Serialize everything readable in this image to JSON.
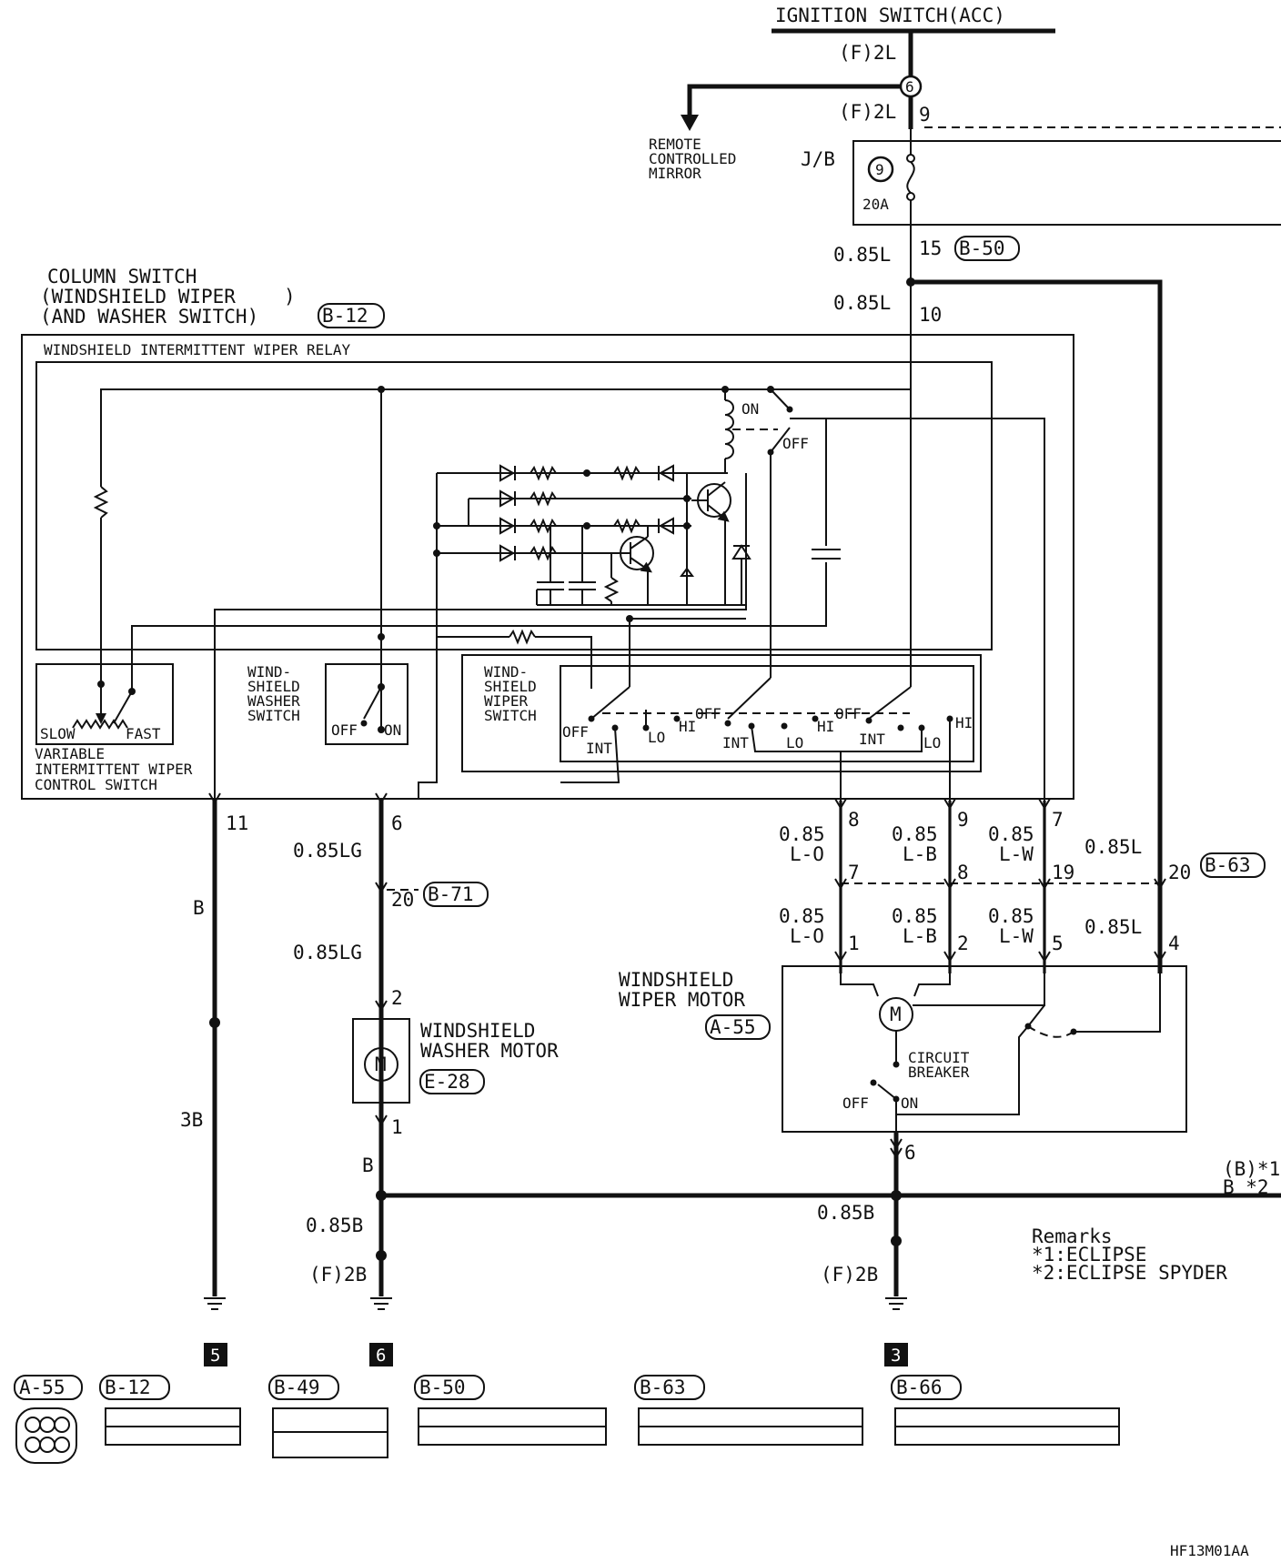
{
  "ignition": {
    "title": "IGNITION SWITCH(ACC)",
    "wire_top": "(F)2L",
    "splice": "6",
    "wire_below": "(F)2L",
    "pin_below": "9"
  },
  "mirror": {
    "line1": "REMOTE",
    "line2": "CONTROLLED",
    "line3": "MIRROR"
  },
  "junction_block": {
    "label": "J/B",
    "fuse_no": "9",
    "fuse_amp": "20A"
  },
  "feed": {
    "wire_a": "0.85L",
    "pin_a": "15",
    "conn_a": "B-50",
    "wire_b": "0.85L",
    "pin_b": "10"
  },
  "column_switch": {
    "line1": "COLUMN SWITCH",
    "line2": "(WINDSHIELD WIPER",
    "line3": "(AND WASHER SWITCH)",
    "paren_close": ")",
    "connector": "B-12"
  },
  "relay": {
    "title": "WINDSHIELD INTERMITTENT WIPER RELAY",
    "on": "ON",
    "off": "OFF"
  },
  "variable_switch": {
    "slow": "SLOW",
    "fast": "FAST",
    "line1": "VARIABLE",
    "line2": "INTERMITTENT WIPER",
    "line3": "CONTROL SWITCH"
  },
  "washer_switch": {
    "line1": "WIND-",
    "line2": "SHIELD",
    "line3": "WASHER",
    "line4": "SWITCH",
    "off": "OFF",
    "on": "ON"
  },
  "wiper_switch": {
    "line1": "WIND-",
    "line2": "SHIELD",
    "line3": "WIPER",
    "line4": "SWITCH",
    "off": "OFF",
    "int": "INT",
    "lo": "LO",
    "hi": "HI"
  },
  "pins": {
    "p11": "11",
    "b": "B",
    "b3": "3B",
    "p6": "6",
    "lg1": "0.85LG",
    "p20": "20",
    "conn_b71": "B-71",
    "lg2": "0.85LG",
    "p2w": "2",
    "p1w": "1",
    "wb": "B",
    "wb085": "0.85B",
    "wf2b": "(F)2B",
    "p8": "8",
    "p9": "9",
    "p7": "7",
    "g085a": "0.85",
    "g_lo": "L-O",
    "g085b": "0.85",
    "g_lb": "L-B",
    "g085c": "0.85",
    "g_lw": "L-W",
    "g085l": "0.85L",
    "q7": "7",
    "q8": "8",
    "q19": "19",
    "q20": "20",
    "conn_b63": "B-63",
    "h085a": "0.85",
    "h_lo": "L-O",
    "h085b": "0.85",
    "h_lb": "L-B",
    "h085c": "0.85",
    "h_lw": "L-W",
    "h085l": "0.85L",
    "m1": "1",
    "m2": "2",
    "m5": "5",
    "m4": "4",
    "m6": "6",
    "mb085": "0.85B",
    "mf2b": "(F)2B",
    "bus1": "(B)*1",
    "bus2": "B *2"
  },
  "wiper_motor": {
    "line1": "WINDSHIELD",
    "line2": "WIPER MOTOR",
    "connector": "A-55",
    "cb1": "CIRCUIT",
    "cb2": "BREAKER",
    "off": "OFF",
    "on": "ON"
  },
  "washer_motor": {
    "line1": "WINDSHIELD",
    "line2": "WASHER MOTOR",
    "connector": "E-28"
  },
  "grounds": {
    "g5": "5",
    "g6": "6",
    "g3": "3"
  },
  "remarks": {
    "title": "Remarks",
    "r1": "*1:ECLIPSE",
    "r2": "*2:ECLIPSE SPYDER"
  },
  "connectors": {
    "a55": "A-55",
    "b12": "B-12",
    "b49": "B-49",
    "b50": "B-50",
    "b63": "B-63",
    "b66": "B-66"
  },
  "footer_code": "HF13M01AA"
}
